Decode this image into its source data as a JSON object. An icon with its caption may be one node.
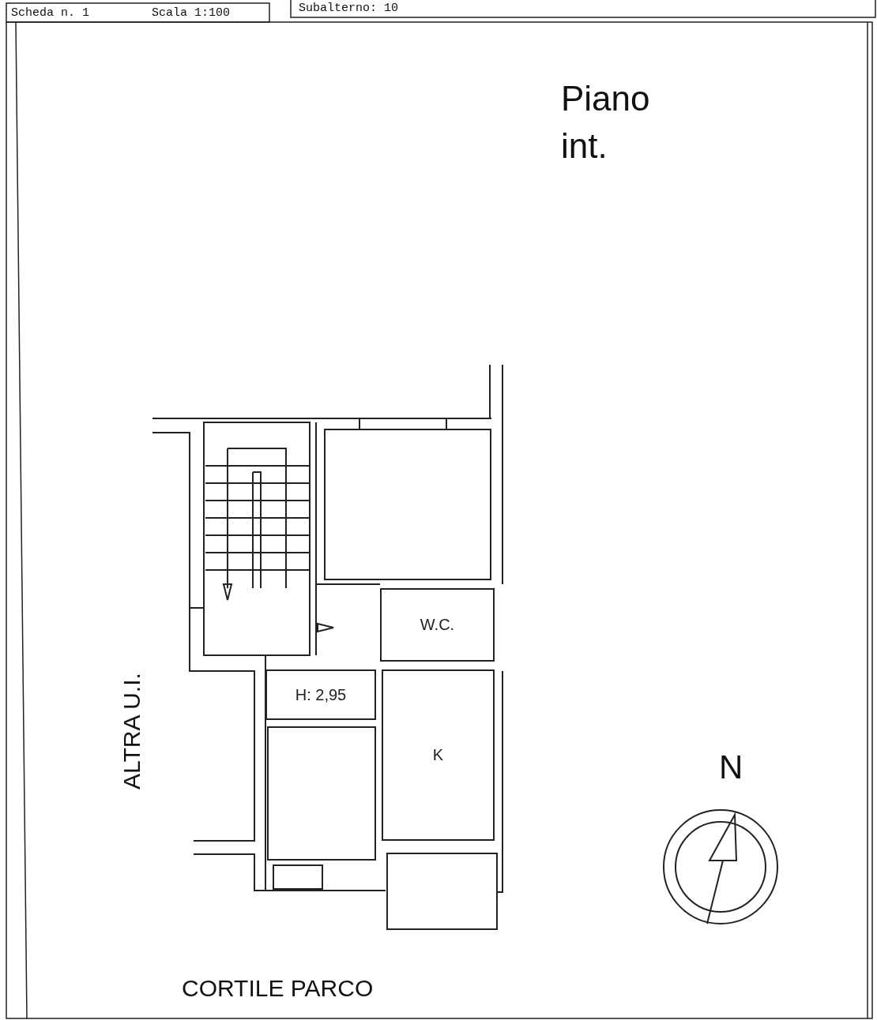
{
  "diagram": {
    "nodes": [
      {
        "text": [],
        "shape": "box"
      },
      {
        "text": [
          "W.C."
        ]
      },
      {
        "text": [
          "H: 2,95"
        ]
      },
      {
        "text": [
          "K"
        ]
      },
      {
        "text": [],
        "shape": "box"
      },
      {
        "text": [],
        "shape": "box"
      }
    ],
    "edges": [],
    "labels": [
      "Subalterno: 10",
      "Scheda n. 1",
      "Scala 1:100",
      "Piano",
      "int.",
      "ALTRA U.I.",
      "N",
      "CORTILE PARCO"
    ]
  }
}
